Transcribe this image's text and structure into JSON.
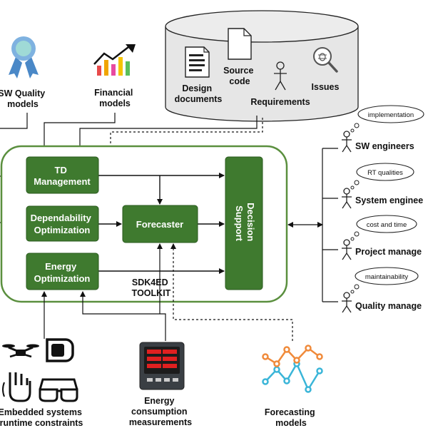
{
  "inputs": {
    "sw_quality": [
      "SW Quality",
      "models"
    ],
    "financial": [
      "Financial",
      "models"
    ],
    "embedded": [
      "Embedded systems",
      "runtime constraints"
    ],
    "energy_meas": [
      "Energy",
      "consumption",
      "measurements"
    ],
    "forecasting": [
      "Forecasting",
      "models"
    ]
  },
  "repository": {
    "design_docs": [
      "Design",
      "documents"
    ],
    "source_code": [
      "Source",
      "code"
    ],
    "requirements": "Requirements",
    "issues": "Issues"
  },
  "toolkit": {
    "name": [
      "SDK4ED",
      "TOOLKIT"
    ],
    "td": [
      "TD",
      "Management"
    ],
    "dependability": [
      "Dependability",
      "Optimization"
    ],
    "energy": [
      "Energy",
      "Optimization"
    ],
    "forecaster": "Forecaster",
    "decision": [
      "Decision",
      "Support"
    ]
  },
  "stakeholders": [
    {
      "role": "SW engineers",
      "concern": "implementation"
    },
    {
      "role": "System enginee",
      "concern": "RT qualities"
    },
    {
      "role": "Project manage",
      "concern": "cost and time"
    },
    {
      "role": "Quality manage",
      "concern": "maintainability"
    }
  ],
  "colors": {
    "module_fill": "#3f7a2f",
    "module_stroke": "#2a5a1e",
    "toolkit_border": "#5a8f3e",
    "repo_fill": "#e6e6e6"
  }
}
